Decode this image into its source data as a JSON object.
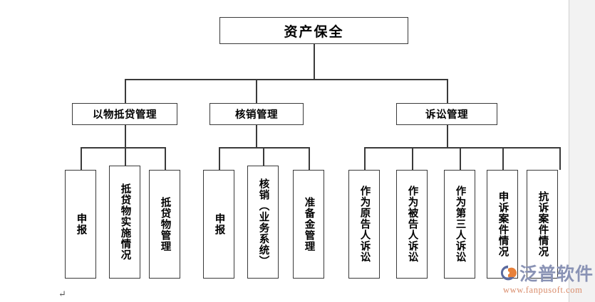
{
  "diagram": {
    "type": "org-tree",
    "title": "资产保全",
    "root": {
      "label": "资产保全"
    },
    "level2": [
      {
        "label": "以物抵贷管理"
      },
      {
        "label": "核销管理"
      },
      {
        "label": "诉讼管理"
      }
    ],
    "leaves_group1": [
      {
        "label": "申报"
      },
      {
        "label": "抵贷物实施情况"
      },
      {
        "label": "抵贷物管理"
      }
    ],
    "leaves_group2": [
      {
        "label": "申报"
      },
      {
        "label": "核销（业务系统）"
      },
      {
        "label": "准备金管理"
      }
    ],
    "leaves_group3": [
      {
        "label": "作为原告人诉讼"
      },
      {
        "label": "作为被告人诉讼"
      },
      {
        "label": "作为第三人诉讼"
      },
      {
        "label": "申诉案件情况"
      },
      {
        "label": "抗诉案件情况"
      }
    ]
  },
  "document": {
    "paragraph_mark": "↵"
  },
  "watermark": {
    "brand": "泛普软件",
    "url": "www.fanpusoft.com",
    "brand_color": "#8a93b5",
    "url_color": "#d98b6a",
    "mark_orange": "#e8813a",
    "mark_blue": "#5b6a9e"
  },
  "colors": {
    "box_border": "#3a3a3a",
    "box_fill": "#ffffff",
    "text": "#000000",
    "page_background": "#ffffff",
    "margin_strip": "#f2f2f2"
  }
}
